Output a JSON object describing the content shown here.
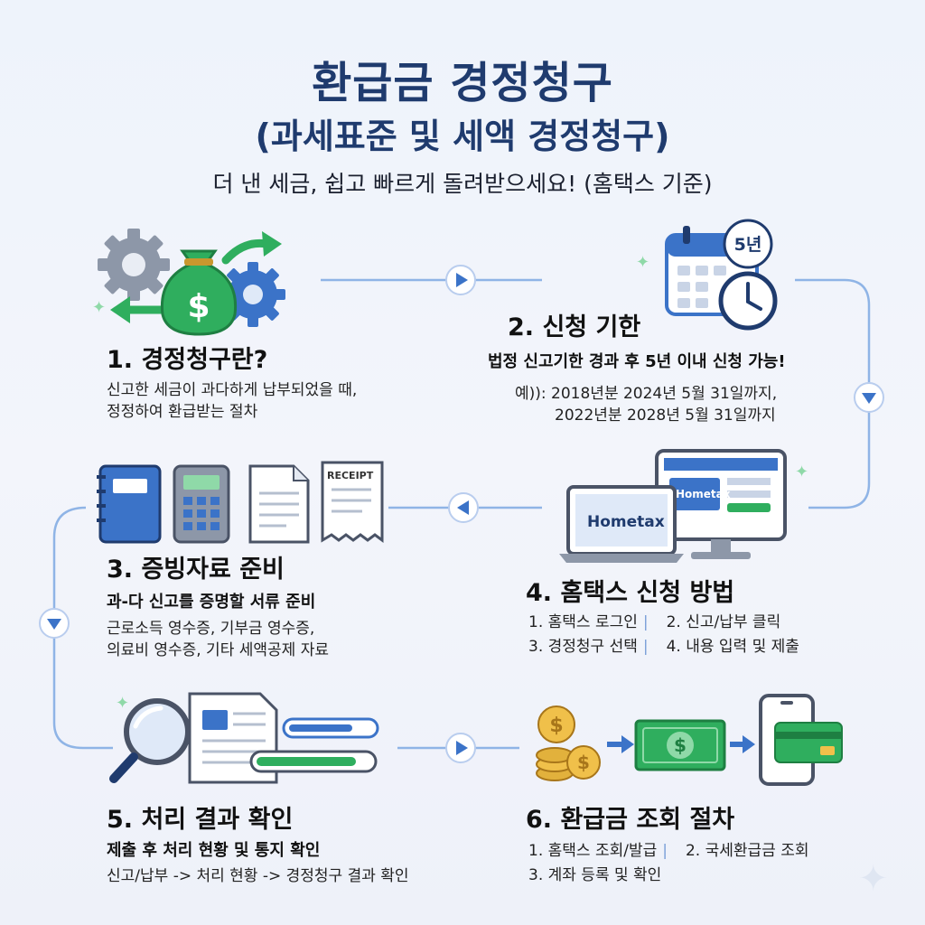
{
  "header": {
    "title": "환급금 경정청구",
    "subtitle": "(과세표준 및 세액 경정청구)",
    "tagline": "더 낸 세금, 쉽고 빠르게 돌려받으세요! (홈택스 기준)"
  },
  "steps": [
    {
      "title": "1. 경정청구란?",
      "body": [
        "신고한 세금이 과다하게 납부되었을 때,",
        "정정하여 환급받는 절차"
      ]
    },
    {
      "title": "2. 신청 기한",
      "subtitle": "법정 신고기한 경과 후 5년 이내 신청 가능!",
      "body": [
        "예)): 2018년분 2024년 5월 31일까지,",
        "2022년분 2028년 5월 31일까지"
      ],
      "badge": "5년"
    },
    {
      "title": "3. 증빙자료 준비",
      "subtitle": "과-다 신고를 증명할 서류 준비",
      "body": [
        "근로소득 영수증, 기부금 영수증,",
        "의료비 영수증, 기타 세액공제 자료"
      ],
      "receipt_label": "RECEIPT"
    },
    {
      "title": "4. 홈택스 신청 방법",
      "items": [
        "1. 홈택스 로그인",
        "2. 신고/납부 클릭",
        "3. 경정청구 선택",
        "4. 내용 입력 및 제출"
      ],
      "laptop_label": "Hometax",
      "monitor_label": "Hometax"
    },
    {
      "title": "5. 처리 결과 확인",
      "subtitle": "제출 후 처리 현황 및 통지 확인",
      "body": [
        "신고/납부 -> 처리 현황 -> 경정청구 결과 확인"
      ]
    },
    {
      "title": "6. 환급금 조회 절차",
      "items": [
        "1. 홈택스 조회/발급",
        "2. 국세환급금 조회",
        "3. 계좌 등록 및 확인"
      ]
    }
  ],
  "colors": {
    "title": "#1f3b6e",
    "accent_blue": "#3b73c8",
    "accent_green": "#2fae5e",
    "flow_line": "#8fb4e6"
  }
}
